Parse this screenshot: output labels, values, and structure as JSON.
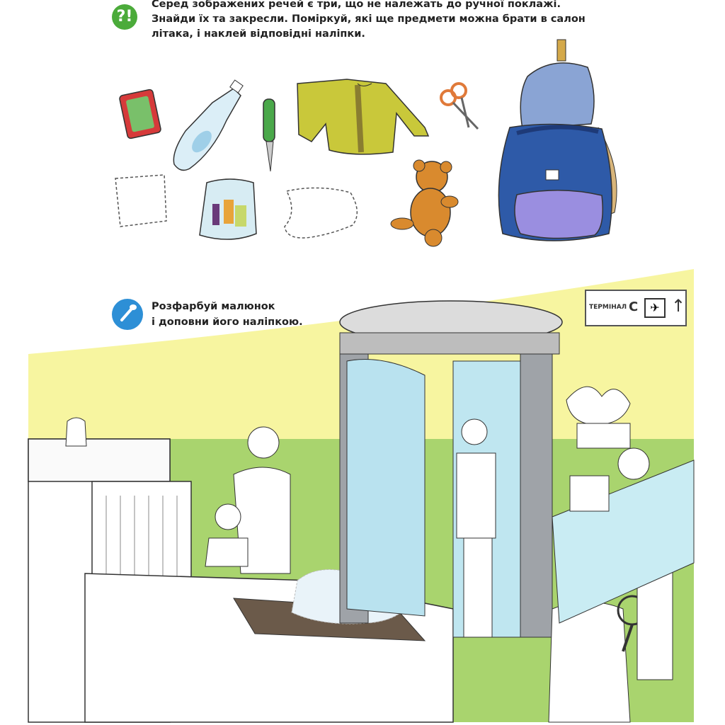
{
  "task1": {
    "icon": "question-exclamation-badge",
    "icon_glyph": "?!",
    "lines": [
      "Серед зображених речей є три, що не належать до ручної поклажі.",
      "Знайди їх та закресли. Поміркуй, які ще предмети можна брати в салон",
      "літака, і наклей відповідні наліпки."
    ]
  },
  "task2": {
    "icon": "paintbrush-badge",
    "lines": [
      "Розфарбуй малюнок",
      "і доповни його наліпкою."
    ]
  },
  "sign": {
    "text": "ТЕРМІНАЛ",
    "letter": "C"
  },
  "colors": {
    "task1_badge": "#4bab3a",
    "task2_badge": "#2d8fd6",
    "sky": "#f6f48a",
    "grass": "#a7d36b",
    "backpack": "#2e5aa8"
  }
}
